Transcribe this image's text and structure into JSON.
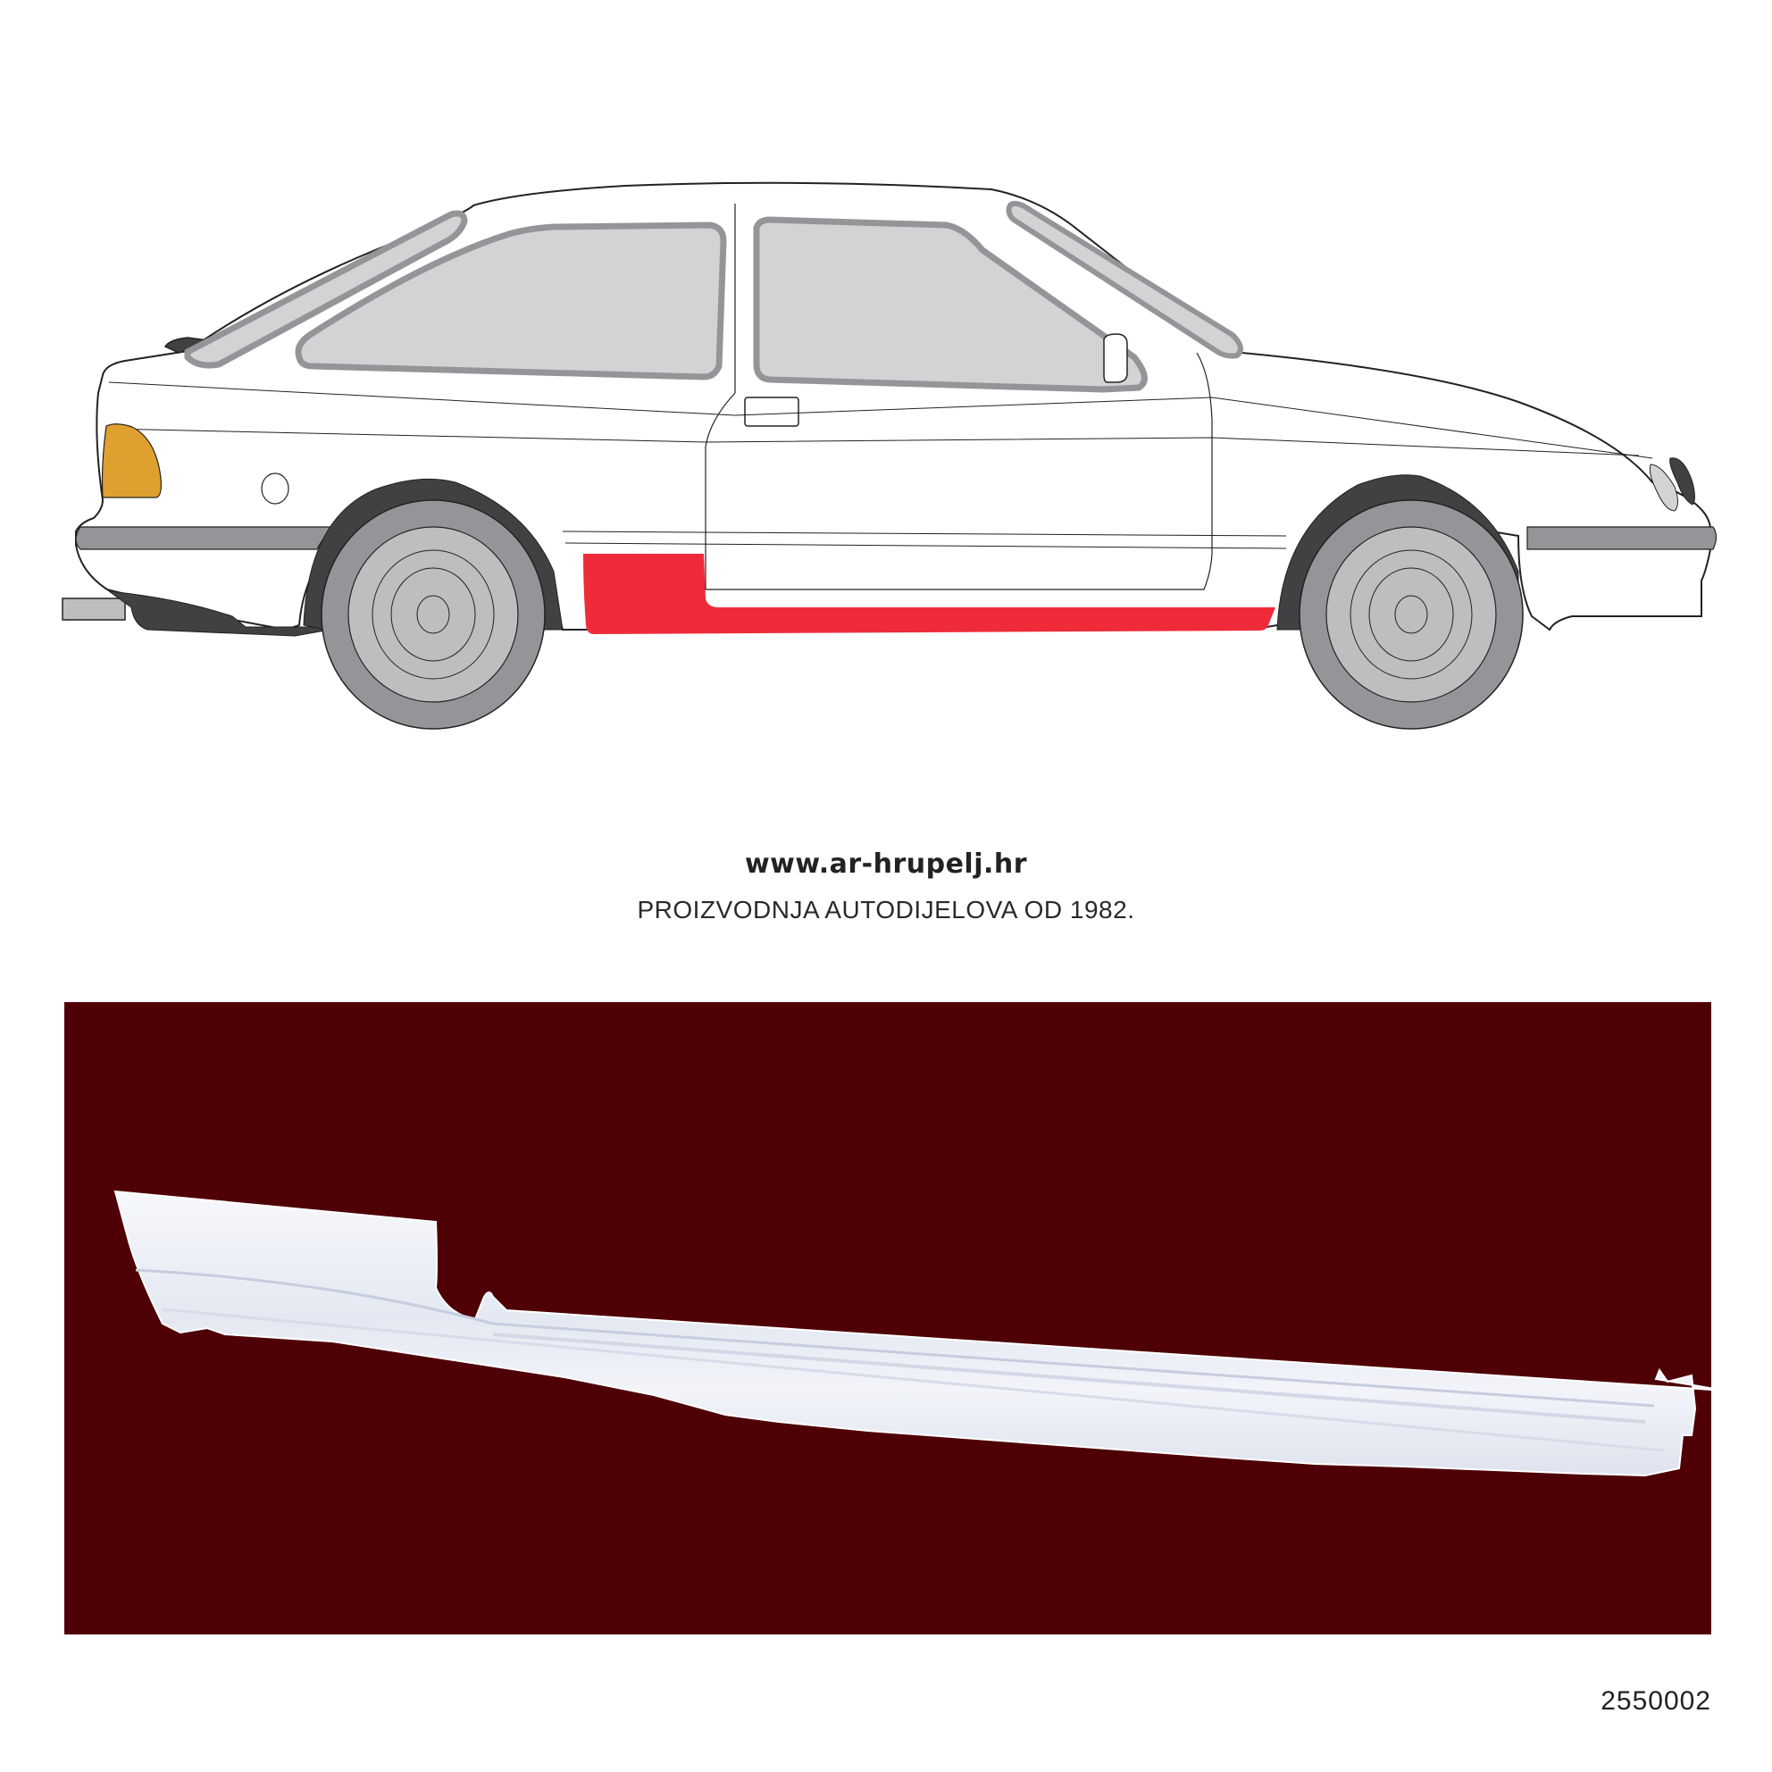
{
  "diagram": {
    "label": "Vehicle side view with highlighted rocker panel (sill)",
    "colors": {
      "body": "#ffffff",
      "outline": "#222222",
      "glass": "#d1d3d4",
      "trim": "#939598",
      "tire": "#939598",
      "hub": "#bcbec0",
      "arch": "#414042",
      "highlight": "#ef2b3a",
      "indicator": "#e0a030"
    }
  },
  "brand": {
    "url": "www.ar-hrupelj.hr",
    "tagline": "PROIZVODNJA AUTODIJELOVA OD 1982."
  },
  "photo": {
    "label": "Rocker panel product photo",
    "background": "#4e0006",
    "part_color": "#eef0f6"
  },
  "part_number": "2550002"
}
